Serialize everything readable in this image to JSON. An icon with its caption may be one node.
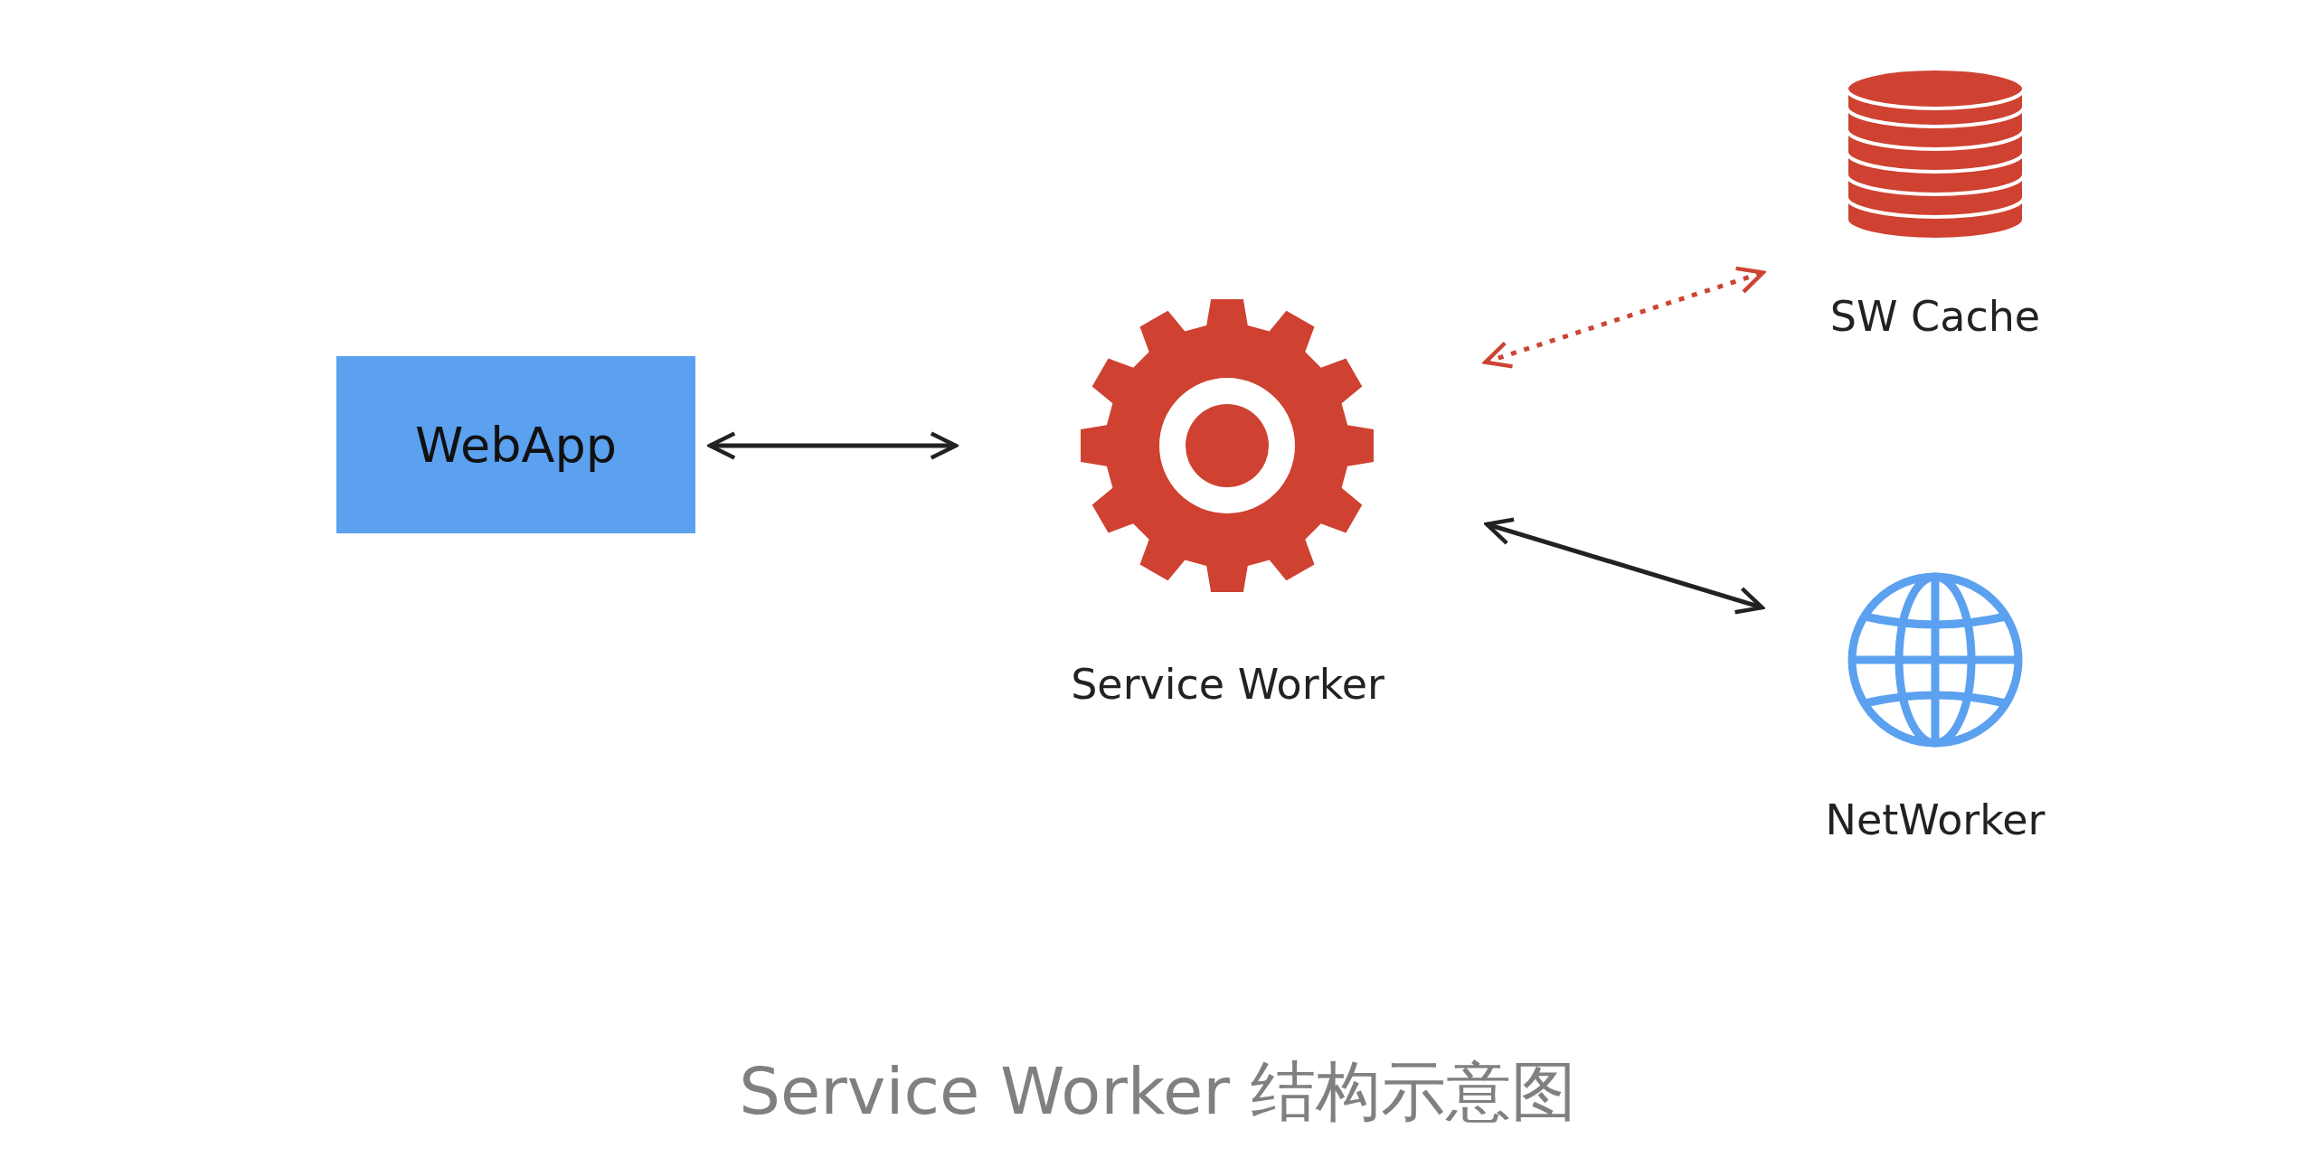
{
  "diagram": {
    "caption": "Service Worker 结构示意图",
    "nodes": [
      {
        "text": [
          "WebApp"
        ]
      },
      {
        "text": [
          "Service Worker"
        ]
      },
      {
        "text": [
          "SW Cache"
        ]
      },
      {
        "text": [
          "NetWorker"
        ]
      }
    ],
    "edges": [
      {
        "from": 0,
        "to": 1,
        "arrow": "both"
      },
      {
        "from": 1,
        "to": 2,
        "arrow": "both",
        "style": "dashed",
        "color": "#cc4433"
      },
      {
        "from": 1,
        "to": 3,
        "arrow": "both"
      }
    ]
  }
}
